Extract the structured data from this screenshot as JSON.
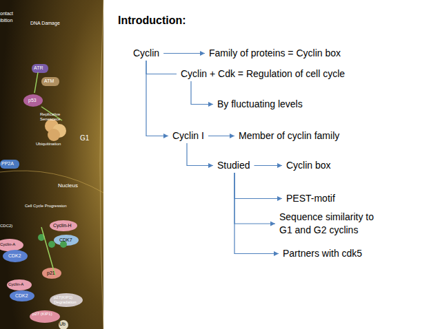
{
  "diagram": {
    "title": "Introduction:",
    "nodes": [
      {
        "text": [
          "Cyclin"
        ]
      },
      {
        "text": [
          "Family of proteins = Cyclin box"
        ]
      },
      {
        "text": [
          "Cyclin + Cdk  = Regulation of cell cycle"
        ]
      },
      {
        "text": [
          "By fluctuating  levels"
        ]
      },
      {
        "text": [
          "Cyclin I"
        ]
      },
      {
        "text": [
          "Member of cyclin family"
        ]
      },
      {
        "text": [
          "Studied"
        ]
      },
      {
        "text": [
          "Cyclin box"
        ]
      },
      {
        "text": [
          "PEST-motif"
        ]
      },
      {
        "text": [
          "Sequence similarity to G1 and G2 cyclins"
        ]
      },
      {
        "text": [
          "Partners with cdk5"
        ]
      }
    ],
    "edges": [
      {
        "from": 0,
        "to": 1,
        "arrow": "to"
      },
      {
        "from": 0,
        "to": 2,
        "arrow": "none"
      },
      {
        "from": 2,
        "to": 3,
        "arrow": "to"
      },
      {
        "from": 0,
        "to": 4,
        "arrow": "to"
      },
      {
        "from": 4,
        "to": 5,
        "arrow": "to"
      },
      {
        "from": 4,
        "to": 6,
        "arrow": "to"
      },
      {
        "from": 6,
        "to": 7,
        "arrow": "to"
      },
      {
        "from": 6,
        "to": 8,
        "arrow": "to"
      },
      {
        "from": 6,
        "to": 9,
        "arrow": "to"
      },
      {
        "from": 6,
        "to": 10,
        "arrow": "to"
      }
    ],
    "labels": [
      "ontact",
      "ibition",
      "DNA Damage",
      "ATR",
      "ATM",
      "p53",
      "Replicative Senescece",
      "G1",
      "Ubiquitination",
      "PP2A",
      "Nucleus",
      "Cell Cycle Progression",
      "CDC2)",
      "Cyclin-H",
      "CDK7",
      "Cyclin-A",
      "CDK2",
      "p21",
      "Cyclin-A",
      "CDK2",
      "p27(KIP1) Degradation",
      "p27 (KIP1)",
      "Ub"
    ]
  }
}
